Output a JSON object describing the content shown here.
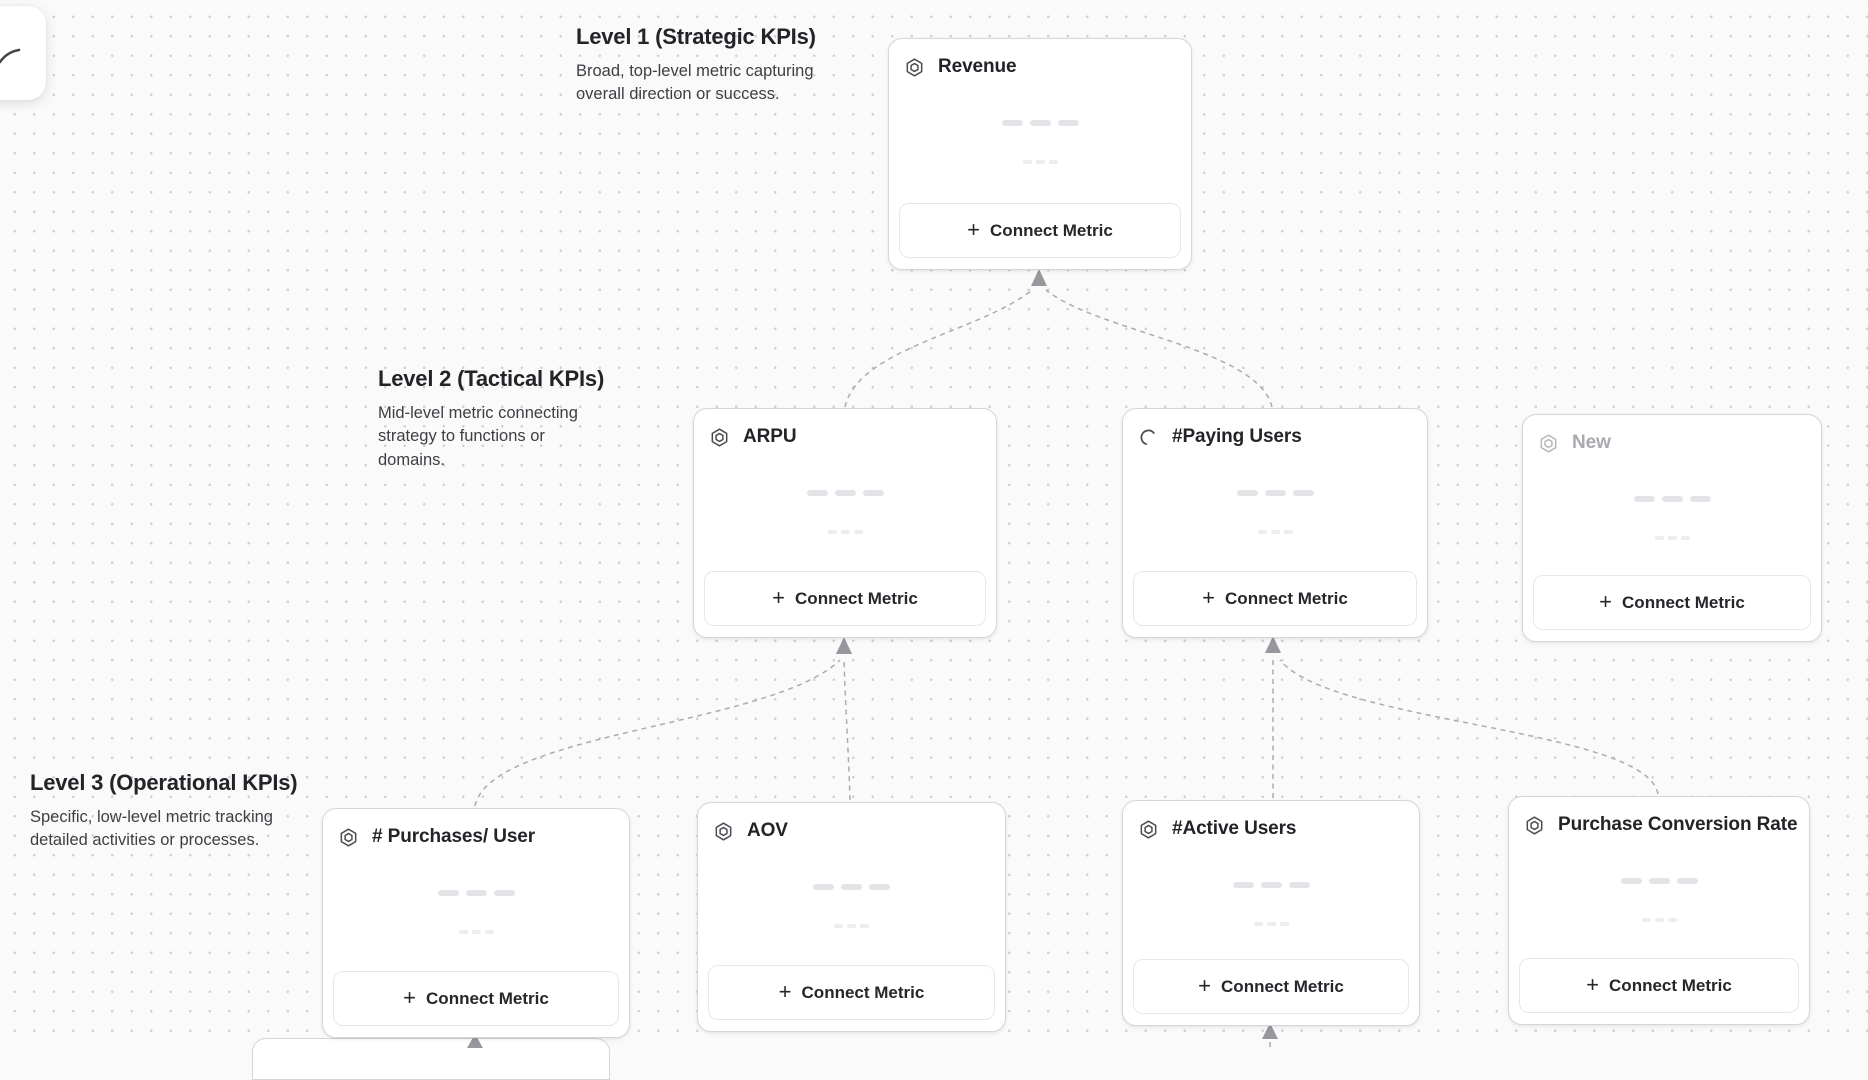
{
  "icons": {
    "plus": "+"
  },
  "colors": {
    "canvas_background": "#fafafa",
    "dot_grid": "#cfcfd4",
    "card_border": "#d6d6da",
    "connector_line": "#ababb0",
    "arrowhead": "#97979d",
    "title_text": "#232328",
    "draft_text": "#a9a9b0"
  },
  "levels": [
    {
      "title": "Level 1 (Strategic KPIs)",
      "description": "Broad, top-level metric capturing overall direction or success."
    },
    {
      "title": "Level 2 (Tactical KPIs)",
      "description": "Mid-level metric connecting strategy to functions or domains."
    },
    {
      "title": "Level 3 (Operational KPIs)",
      "description": "Specific, low-level metric tracking detailed activities or processes."
    }
  ],
  "cards": [
    {
      "id": "revenue",
      "title": "Revenue",
      "icon": "metric-hexagon-icon",
      "state": "default",
      "connect_button_label": "Connect Metric"
    },
    {
      "id": "arpu",
      "title": "ARPU",
      "icon": "metric-hexagon-icon",
      "state": "default",
      "connect_button_label": "Connect Metric"
    },
    {
      "id": "paying-users",
      "title": "#Paying Users",
      "icon": "loading-spinner-icon",
      "state": "loading",
      "connect_button_label": "Connect Metric"
    },
    {
      "id": "new",
      "title": "New",
      "icon": "metric-hexagon-icon",
      "state": "draft",
      "connect_button_label": "Connect Metric"
    },
    {
      "id": "purchases-per-user",
      "title": "# Purchases/ User",
      "icon": "metric-hexagon-icon",
      "state": "default",
      "connect_button_label": "Connect Metric"
    },
    {
      "id": "aov",
      "title": "AOV",
      "icon": "metric-hexagon-icon",
      "state": "default",
      "connect_button_label": "Connect Metric"
    },
    {
      "id": "active-users",
      "title": "#Active Users",
      "icon": "metric-hexagon-icon",
      "state": "default",
      "connect_button_label": "Connect Metric"
    },
    {
      "id": "purchase-conversion-rate",
      "title": "Purchase Conversion Rate",
      "icon": "metric-hexagon-icon",
      "state": "default",
      "connect_button_label": "Connect Metric"
    }
  ]
}
